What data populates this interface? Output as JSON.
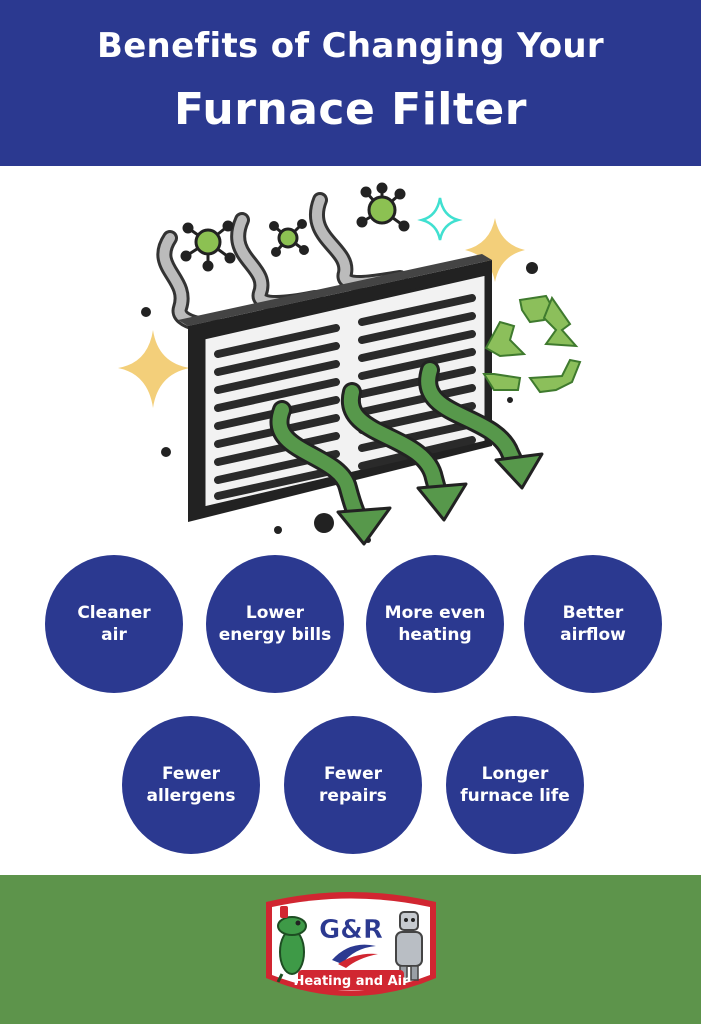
{
  "header": {
    "title_line1": "Benefits of Changing Your",
    "title_line2": "Furnace Filter"
  },
  "benefits": [
    {
      "label": "Cleaner\nair"
    },
    {
      "label": "Lower\nenergy bills"
    },
    {
      "label": "More even\nheating"
    },
    {
      "label": "Better\nairflow"
    },
    {
      "label": "Fewer\nallergens"
    },
    {
      "label": "Fewer\nrepairs"
    },
    {
      "label": "Longer\nfurnace life"
    }
  ],
  "logo": {
    "brand": "G&R",
    "tagline": "Heating and Air"
  },
  "colors": {
    "primary_blue": "#2b3990",
    "footer_green": "#5d944b",
    "arrow_green": "#57984b",
    "virus_green": "#8cc152",
    "sparkle_gold": "#f3cf7a",
    "logo_red": "#d12631"
  }
}
